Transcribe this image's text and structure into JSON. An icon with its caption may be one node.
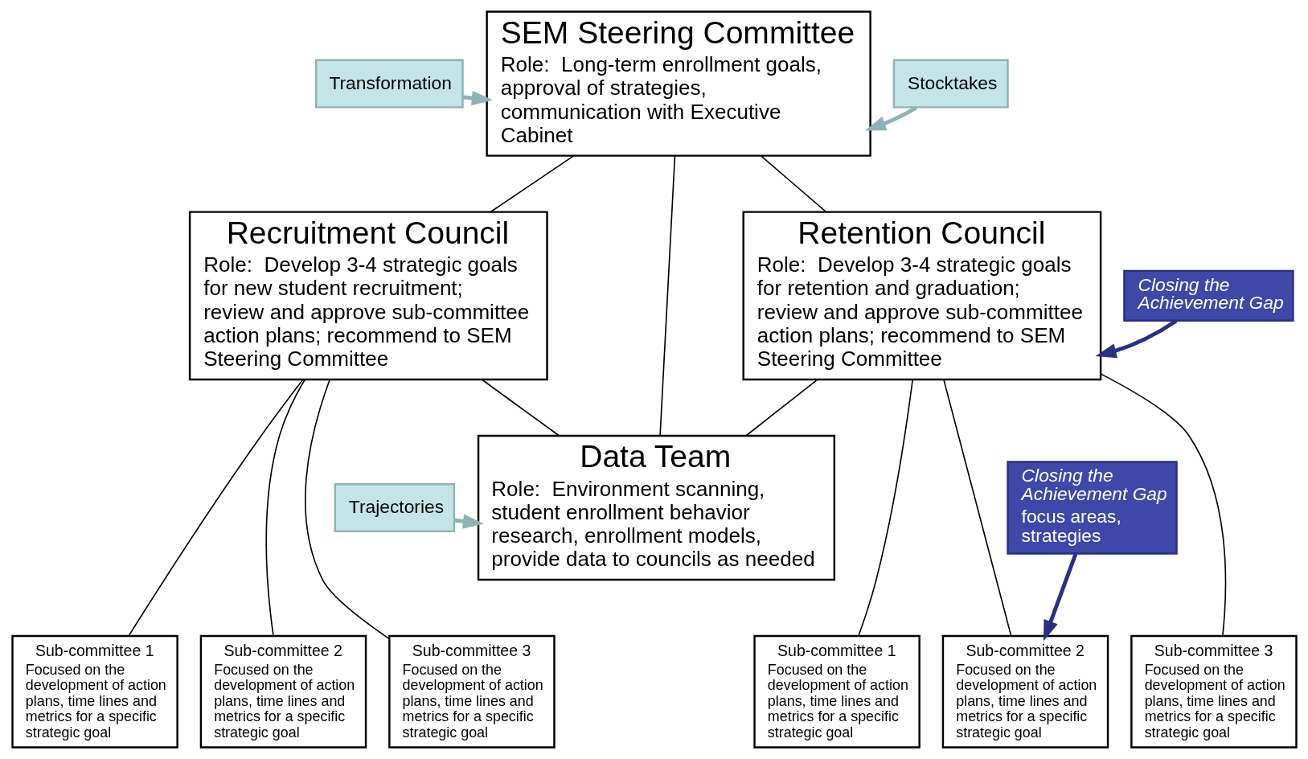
{
  "diagram": {
    "nodes": [
      {
        "text": [
          "SEM Steering Committee",
          "Role:  Long-term enrollment goals, approval of strategies, communication with Executive Cabinet"
        ]
      },
      {
        "text": [
          "Recruitment Council",
          "Role:  Develop 3-4 strategic goals for new student recruitment; review and approve sub-committee action plans; recommend to SEM Steering Committee"
        ]
      },
      {
        "text": [
          "Retention Council",
          "Role:  Develop 3-4 strategic goals for retention and graduation; review and approve sub-committee action plans; recommend to SEM Steering Committee"
        ]
      },
      {
        "text": [
          "Sub-committee 1",
          "Focused on the development of action plans, time lines and metrics for a specific strategic goal"
        ]
      },
      {
        "text": [
          "Sub-committee 2",
          "Focused on the development of action plans, time lines and metrics for a specific strategic goal"
        ]
      },
      {
        "text": [
          "Sub-committee 3",
          "Focused on the development of action plans, time lines and metrics for a specific strategic goal"
        ]
      },
      {
        "text": [
          "Sub-committee 1",
          "Focused on the development of action plans, time lines and metrics for a specific strategic goal"
        ]
      },
      {
        "text": [
          "Sub-committee 2",
          "Focused on the development of action plans, time lines and metrics for a specific strategic goal"
        ]
      },
      {
        "text": [
          "Sub-committee 3",
          "Focused on the development of action plans, time lines and metrics for a specific strategic goal"
        ]
      },
      {
        "text": [
          "Data Team",
          "Role:  Environment scanning, student enrollment behavior research, enrollment models, provide data to councils as needed"
        ]
      },
      {
        "text": [
          "Transformation"
        ]
      },
      {
        "text": [
          "Stocktakes"
        ]
      },
      {
        "text": [
          "Closing the Achievement Gap"
        ]
      },
      {
        "text": [
          "Trajectories"
        ]
      },
      {
        "text": [
          "Closing the Achievement Gap",
          "focus areas, strategies"
        ]
      }
    ],
    "edges": [
      {
        "from": 0,
        "to": 1,
        "arrow": "none"
      },
      {
        "from": 0,
        "to": 9,
        "arrow": "none"
      },
      {
        "from": 0,
        "to": 2,
        "arrow": "none"
      },
      {
        "from": 1,
        "to": 3,
        "arrow": "none"
      },
      {
        "from": 1,
        "to": 4,
        "arrow": "none"
      },
      {
        "from": 1,
        "to": 5,
        "arrow": "none"
      },
      {
        "from": 2,
        "to": 6,
        "arrow": "none"
      },
      {
        "from": 2,
        "to": 7,
        "arrow": "none"
      },
      {
        "from": 2,
        "to": 8,
        "arrow": "none"
      },
      {
        "from": 1,
        "to": 9,
        "arrow": "none"
      },
      {
        "from": 2,
        "to": 9,
        "arrow": "none"
      },
      {
        "from": 10,
        "to": 0,
        "arrow": "to",
        "style": "thick",
        "color": "#8fb3b5"
      },
      {
        "from": 11,
        "to": 0,
        "arrow": "to",
        "style": "thick",
        "color": "#8fb3b5"
      },
      {
        "from": 12,
        "to": 2,
        "arrow": "to",
        "style": "thick",
        "color": "#2b2f80"
      },
      {
        "from": 13,
        "to": 9,
        "arrow": "to",
        "style": "thick",
        "color": "#8fb3b5"
      },
      {
        "from": 14,
        "to": 7,
        "arrow": "to",
        "style": "thick",
        "color": "#2b2f80"
      }
    ]
  }
}
